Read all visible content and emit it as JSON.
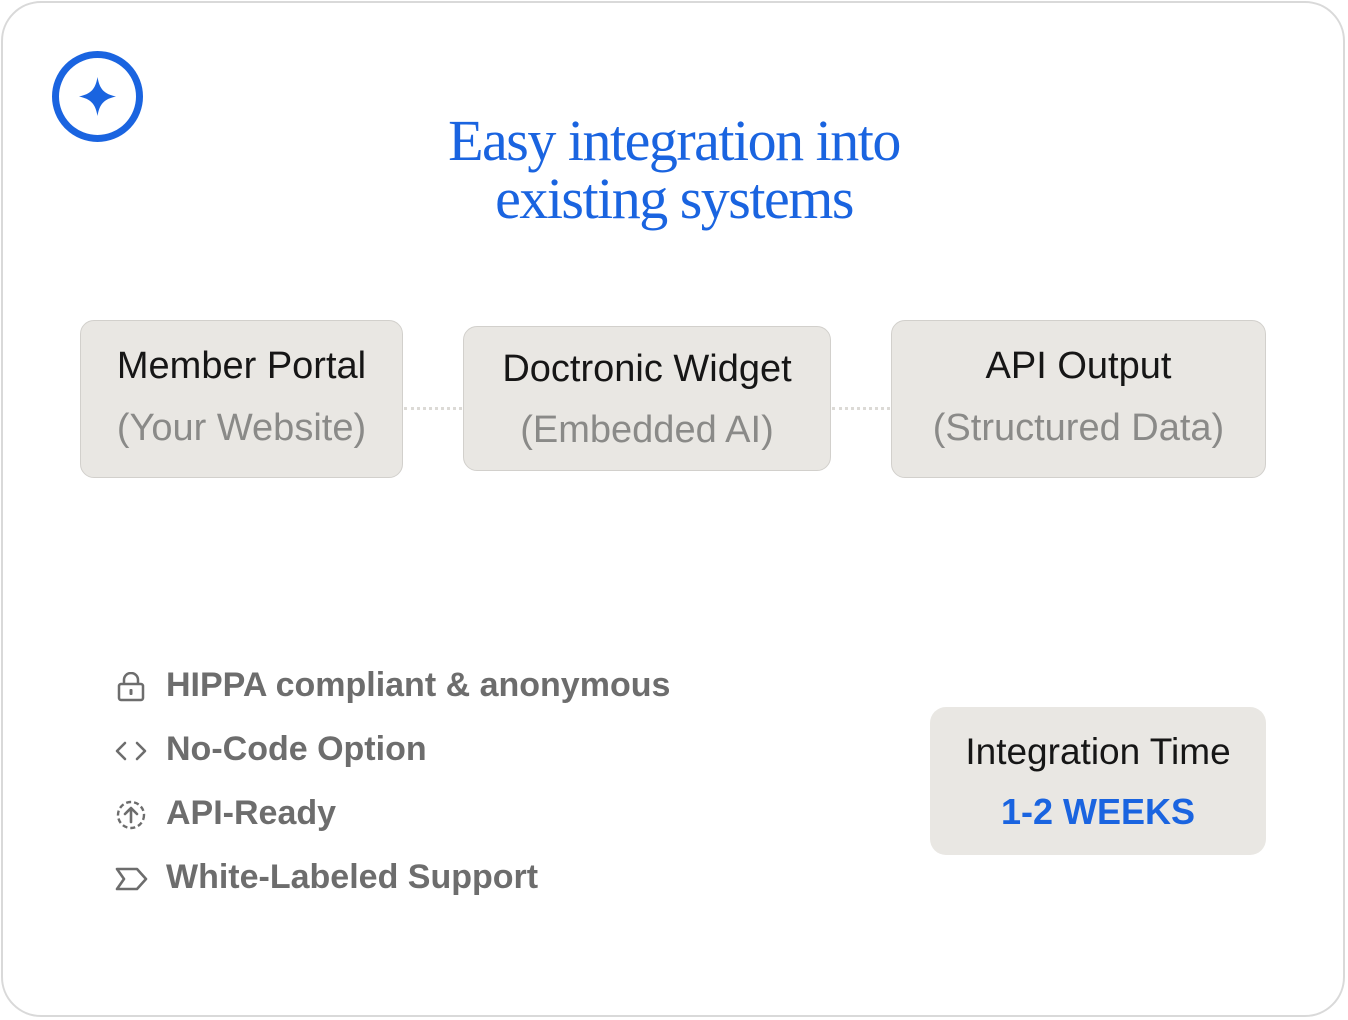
{
  "heading": {
    "line1": "Easy integration into",
    "line2": "existing systems"
  },
  "logo": {
    "icon": "sparkle-icon",
    "color": "#1a64e0"
  },
  "flow": [
    {
      "name": "Member Portal",
      "sub": "(Your Website)"
    },
    {
      "name": "Doctronic Widget",
      "sub": "(Embedded AI)"
    },
    {
      "name": "API Output",
      "sub": "(Structured Data)"
    }
  ],
  "features": [
    {
      "icon": "lock-icon",
      "label": "HIPPA compliant & anonymous"
    },
    {
      "icon": "code-icon",
      "label": "No-Code Option"
    },
    {
      "icon": "upload-icon",
      "label": "API-Ready"
    },
    {
      "icon": "label-tag-icon",
      "label": "White-Labeled Support"
    }
  ],
  "integration_time": {
    "label": "Integration Time",
    "value": "1-2 WEEKS"
  },
  "colors": {
    "accent": "#1a64e0",
    "box_fill": "#e9e7e3",
    "muted_text": "#6d6d6d"
  }
}
